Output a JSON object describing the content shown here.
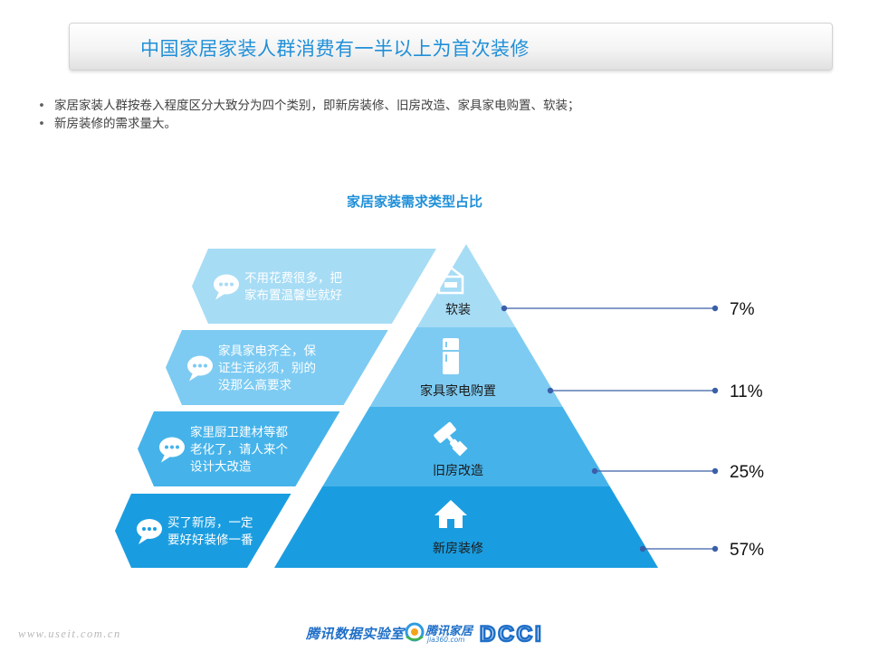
{
  "header": {
    "title": "中国家居家装人群消费有一半以上为首次装修"
  },
  "bullets": [
    "家居家装人群按卷入程度区分大致分为四个类别，即新房装修、旧房改造、家具家电购置、软装；",
    "新房装修的需求量大。"
  ],
  "chart_data": {
    "type": "pyramid",
    "title": "家居家装需求类型占比",
    "categories": [
      "软装",
      "家具家电购置",
      "旧房改造",
      "新房装修"
    ],
    "values": [
      7,
      11,
      25,
      57
    ],
    "value_labels": [
      "7%",
      "11%",
      "25%",
      "57%"
    ],
    "unit": "%",
    "icons": [
      "picture-frame-icon",
      "refrigerator-icon",
      "paint-roller-icon",
      "house-icon"
    ],
    "quotes": [
      [
        "不用花费很多，把",
        "家布置温馨些就好"
      ],
      [
        "家具家电齐全，保",
        "证生活必须，别的",
        "没那么高要求"
      ],
      [
        "家里厨卫建材等都",
        "老化了，请人来个",
        "设计大改造"
      ],
      [
        "买了新房，一定",
        "要好好装修一番"
      ]
    ],
    "tier_colors": [
      "#a7dcf5",
      "#7dcbf2",
      "#45b3ea",
      "#1a9de0"
    ],
    "quote_colors": [
      "#a7dcf5",
      "#7dcbf2",
      "#45b3ea",
      "#1a9de0"
    ],
    "leader_color": "#3a5fa8"
  },
  "footer": {
    "watermark": "www.useit.com.cn",
    "lab_logo": "腾讯数据实验室",
    "home_logo": "腾讯家居",
    "home_logo_sub": "jia360.com",
    "dcci_logo": "DCCI"
  }
}
